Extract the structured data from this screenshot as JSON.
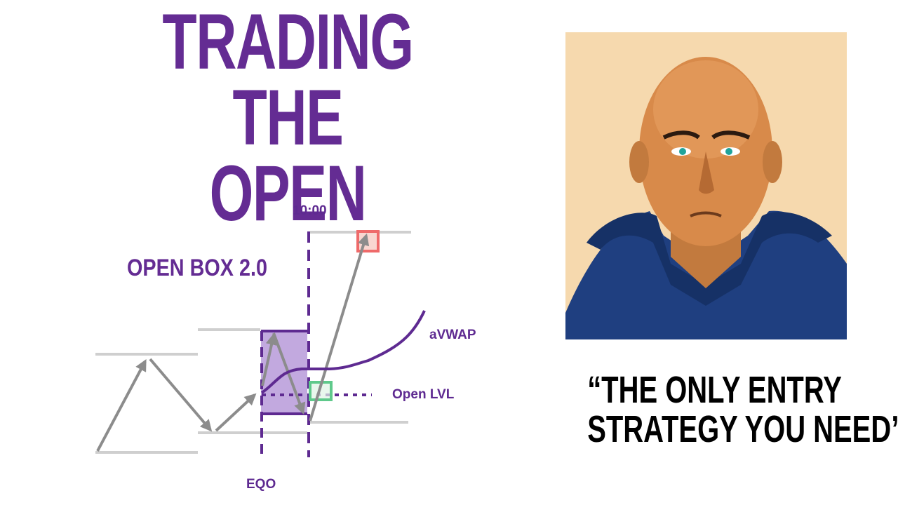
{
  "title": {
    "line1": "TRADING THE",
    "line2": "OPEN",
    "color": "#642c93"
  },
  "diagram": {
    "heading": "OPEN BOX 2.0",
    "time_label": "10:00",
    "x_label": "EQO",
    "avwap_label": "aVWAP",
    "open_level_label": "Open LVL",
    "colors": {
      "purple": "#5e2a91",
      "box_fill": "#b79ad9",
      "gray_lines": "#c8c8c8",
      "arrows": "#8c8c8c",
      "entry_box": "#5fc98b",
      "target_box": "#ef6a6a"
    }
  },
  "portrait": {
    "description": "comic-style illustration of bald man in navy hoodie",
    "background": "#f6d9ae"
  },
  "quote": {
    "line1": "“THE ONLY ENTRY",
    "line2": "STRATEGY YOU NEED”"
  }
}
